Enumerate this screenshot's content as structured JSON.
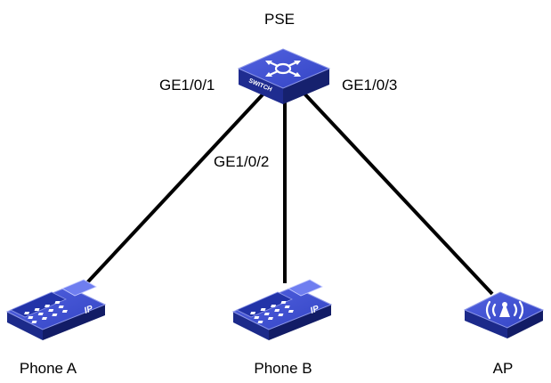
{
  "diagram": {
    "switch": {
      "title": "PSE",
      "badge": "SWITCH",
      "icon": "switch-icon"
    },
    "ports": {
      "port1": "GE1/0/1",
      "port2": "GE1/0/2",
      "port3": "GE1/0/3"
    },
    "devices": {
      "phone_a": {
        "label": "Phone A",
        "icon": "ip-phone-icon",
        "badge": "IP"
      },
      "phone_b": {
        "label": "Phone B",
        "icon": "ip-phone-icon",
        "badge": "IP"
      },
      "ap": {
        "label": "AP",
        "icon": "access-point-icon"
      }
    },
    "colors": {
      "device_top": "#3d4fcf",
      "device_front": "#1c2a8a",
      "device_side": "#2a3aa8",
      "link": "#000000",
      "badge_text": "#ffffff"
    }
  }
}
